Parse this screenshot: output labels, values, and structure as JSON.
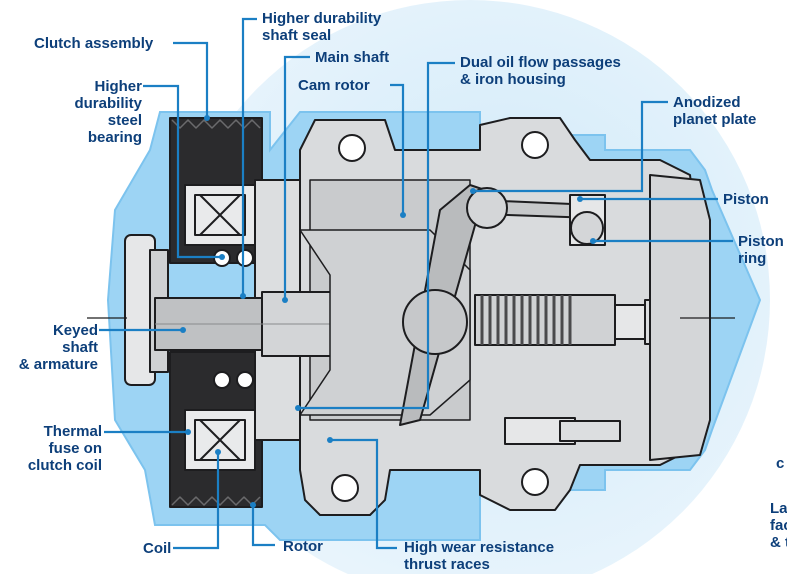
{
  "colors": {
    "label": "#0d3f7a",
    "leader": "#1b7fc4",
    "glow_outer": "#d9eefb",
    "glow_mid": "#a9daf6",
    "housing": "#d9dbdd",
    "outline": "#1d1d1f",
    "dark": "#2b2b2d"
  },
  "labels": {
    "clutch_assembly": "Clutch assembly",
    "higher_durability_shaft_seal": "Higher durability\nshaft seal",
    "main_shaft": "Main shaft",
    "dual_oil_flow": "Dual oil flow passages\n& iron housing",
    "cam_rotor": "Cam rotor",
    "higher_durability_steel_bearing": "Higher\ndurability\nsteel\nbearing",
    "anodized_planet_plate": "Anodized\nplanet plate",
    "piston": "Piston",
    "piston_ring": "Piston\nring",
    "keyed_shaft": "Keyed\nshaft\n& armature",
    "thermal_fuse": "Thermal\nfuse on\nclutch coil",
    "coil": "Coil",
    "rotor": "Rotor",
    "high_wear_thrust": "High wear resistance\nthrust races",
    "clipped_la": "La\nfac\n& t",
    "clipped_c": "c"
  }
}
